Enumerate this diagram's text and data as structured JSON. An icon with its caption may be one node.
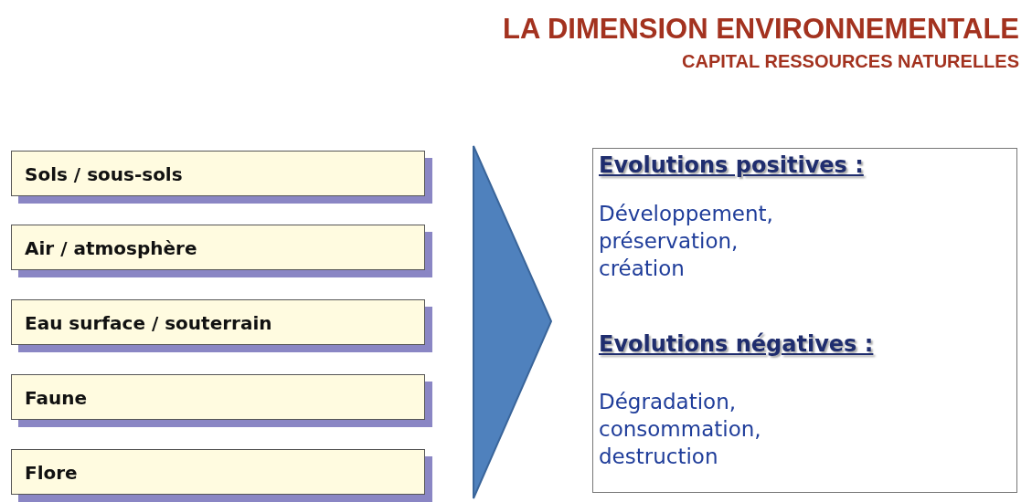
{
  "diagram": {
    "title": "LA DIMENSION ENVIRONNEMENTALE",
    "caption": "CAPITAL RESSOURCES NATURELLES",
    "nodes": [
      {
        "text": [
          "Sols / sous-sols"
        ]
      },
      {
        "text": [
          "Air / atmosphère"
        ]
      },
      {
        "text": [
          "Eau surface / souterrain"
        ]
      },
      {
        "text": [
          "Faune"
        ]
      },
      {
        "text": [
          "Flore"
        ]
      },
      {
        "text": [
          "Evolutions positives :",
          "Développement, préservation, création",
          "Evolutions négatives :",
          "Dégradation, consommation, destruction"
        ]
      }
    ]
  }
}
